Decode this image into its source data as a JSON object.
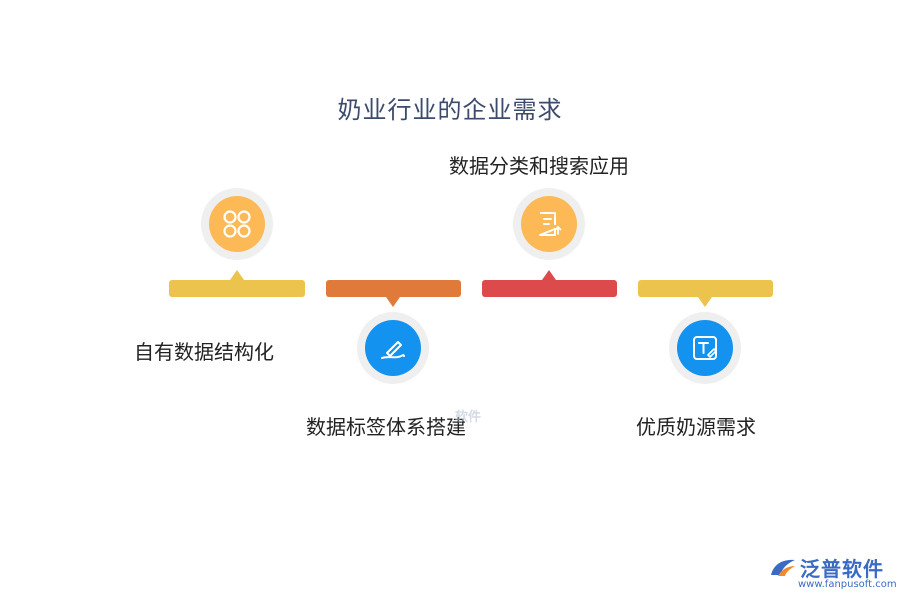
{
  "title": "奶业行业的企业需求",
  "nodes": [
    {
      "label": "自有数据结构化",
      "icon": "four-circles-icon",
      "bar_color": "#ecc34c",
      "circle_color": "#fcb955"
    },
    {
      "label": "数据标签体系搭建",
      "icon": "pen-stroke-icon",
      "bar_color": "#e07a3a",
      "circle_color": "#1392f0"
    },
    {
      "label": "数据分类和搜索应用",
      "icon": "document-upload-icon",
      "bar_color": "#dd4a4c",
      "circle_color": "#fcb955"
    },
    {
      "label": "优质奶源需求",
      "icon": "text-edit-icon",
      "bar_color": "#ecc34c",
      "circle_color": "#1392f0"
    }
  ],
  "watermark": "软件",
  "logo": {
    "name": "泛普软件",
    "url": "www.fanpusoft.com"
  }
}
